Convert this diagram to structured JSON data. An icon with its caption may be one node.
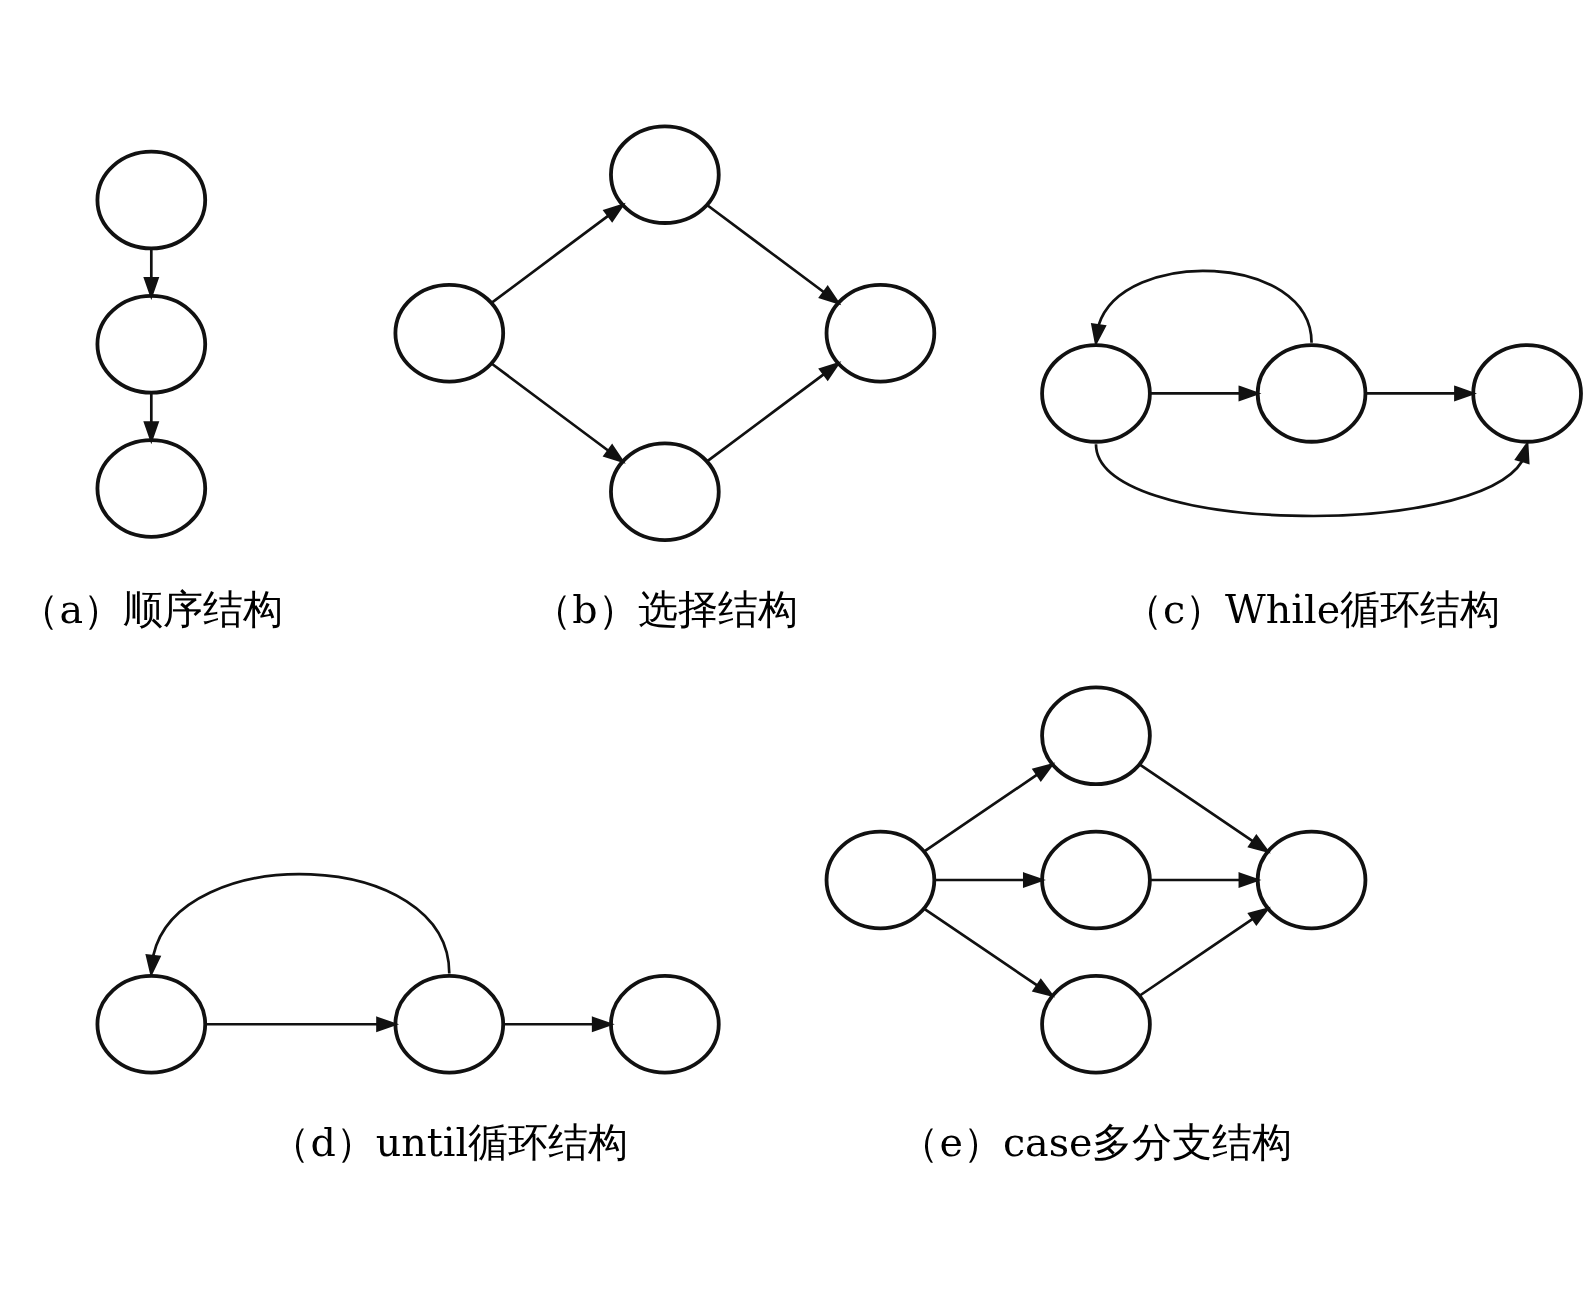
{
  "diagram": {
    "nodes": [
      {
        "text": [],
        "shape": "circle"
      },
      {
        "text": [],
        "shape": "circle"
      },
      {
        "text": [],
        "shape": "circle"
      },
      {
        "text": [],
        "shape": "circle"
      },
      {
        "text": [],
        "shape": "circle"
      },
      {
        "text": [],
        "shape": "circle"
      },
      {
        "text": [],
        "shape": "circle"
      },
      {
        "text": [],
        "shape": "circle"
      },
      {
        "text": [],
        "shape": "circle"
      },
      {
        "text": [],
        "shape": "circle"
      },
      {
        "text": [],
        "shape": "circle"
      },
      {
        "text": [],
        "shape": "circle"
      },
      {
        "text": [],
        "shape": "circle"
      },
      {
        "text": [],
        "shape": "circle"
      },
      {
        "text": [],
        "shape": "circle"
      },
      {
        "text": [],
        "shape": "circle"
      },
      {
        "text": [],
        "shape": "circle"
      },
      {
        "text": [],
        "shape": "circle"
      }
    ],
    "edges": [
      {
        "from": 0,
        "to": 1,
        "arrow": "to"
      },
      {
        "from": 1,
        "to": 2,
        "arrow": "to"
      },
      {
        "from": 3,
        "to": 4,
        "arrow": "to"
      },
      {
        "from": 3,
        "to": 5,
        "arrow": "to"
      },
      {
        "from": 4,
        "to": 6,
        "arrow": "to"
      },
      {
        "from": 5,
        "to": 6,
        "arrow": "to"
      },
      {
        "from": 7,
        "to": 8,
        "arrow": "to"
      },
      {
        "from": 8,
        "to": 9,
        "arrow": "to"
      },
      {
        "from": 8,
        "to": 7,
        "arrow": "to"
      },
      {
        "from": 7,
        "to": 9,
        "arrow": "to"
      },
      {
        "from": 10,
        "to": 11,
        "arrow": "to"
      },
      {
        "from": 11,
        "to": 12,
        "arrow": "to"
      },
      {
        "from": 11,
        "to": 10,
        "arrow": "to"
      },
      {
        "from": 13,
        "to": 14,
        "arrow": "to"
      },
      {
        "from": 13,
        "to": 15,
        "arrow": "to"
      },
      {
        "from": 13,
        "to": 16,
        "arrow": "to"
      },
      {
        "from": 14,
        "to": 17,
        "arrow": "to"
      },
      {
        "from": 15,
        "to": 17,
        "arrow": "to"
      },
      {
        "from": 16,
        "to": 17,
        "arrow": "to"
      }
    ],
    "labels": [
      "（a）顺序结构",
      "（b）选择结构",
      "（c）While循环结构",
      "（d）until循环结构",
      "（e）case多分支结构"
    ]
  }
}
